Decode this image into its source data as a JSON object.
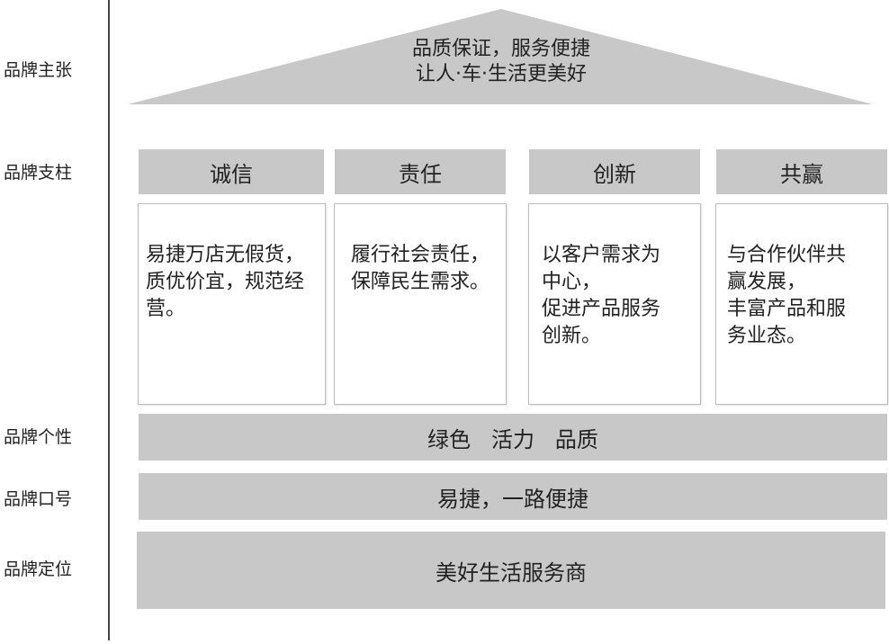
{
  "side_labels": {
    "claim": "品牌主张",
    "pillars": "品牌支柱",
    "personality": "品牌个性",
    "slogan": "品牌口号",
    "positioning": "品牌定位"
  },
  "roof": {
    "line1": "品质保证，服务便捷",
    "line2": "让人·车·生活更美好"
  },
  "pillars": [
    {
      "title": "诚信",
      "text": "易捷万店无假货，\n质优价宜，规范经\n营。"
    },
    {
      "title": "责任",
      "text": "履行社会责任，\n保障民生需求。"
    },
    {
      "title": "创新",
      "text": "以客户需求为\n中心，\n促进产品服务\n创新。"
    },
    {
      "title": "共赢",
      "text": "与合作伙伴共\n赢发展，\n丰富产品和服\n务业态。"
    }
  ],
  "bands": {
    "personality": "绿色   活力   品质",
    "slogan": "易捷，一路便捷",
    "positioning": "美好生活服务商"
  },
  "colors": {
    "fill": "#c8c8c8",
    "text": "#222222",
    "axis": "#444444"
  }
}
